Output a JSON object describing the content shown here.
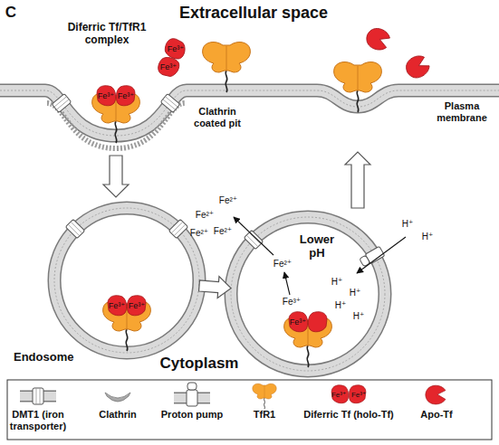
{
  "diagram": {
    "nodes": [
      {
        "text": [
          "Endosome"
        ]
      },
      {
        "text": [
          "Lower pH"
        ]
      }
    ],
    "edges": [
      {
        "from": 0,
        "to": 1,
        "arrow": "to"
      }
    ],
    "labels": [
      "C",
      "Extracellular space",
      "Diferric Tf/TfR1 complex",
      "Fe³⁺",
      "Fe³⁺",
      "Fe³⁺",
      "Fe³⁺",
      "Clathrin coated pit",
      "Plasma membrane",
      "Fe²⁺",
      "Fe²⁺",
      "Fe²⁺",
      "Fe²⁺",
      "H⁺",
      "H⁺",
      "Fe³⁺",
      "Fe³⁺",
      "Fe²⁺",
      "Fe³⁺",
      "H⁺",
      "H⁺",
      "H⁺",
      "H⁺",
      "Fe³⁺",
      "Cytoplasm",
      "Fe³⁺",
      "Fe³⁺"
    ],
    "legend": [
      {
        "text": "DMT1 (iron transporter)"
      },
      {
        "text": "Clathrin"
      },
      {
        "text": "Proton pump"
      },
      {
        "text": "TfR1"
      },
      {
        "text": "Diferric Tf (holo-Tf)"
      },
      {
        "text": "Apo-Tf"
      }
    ]
  }
}
